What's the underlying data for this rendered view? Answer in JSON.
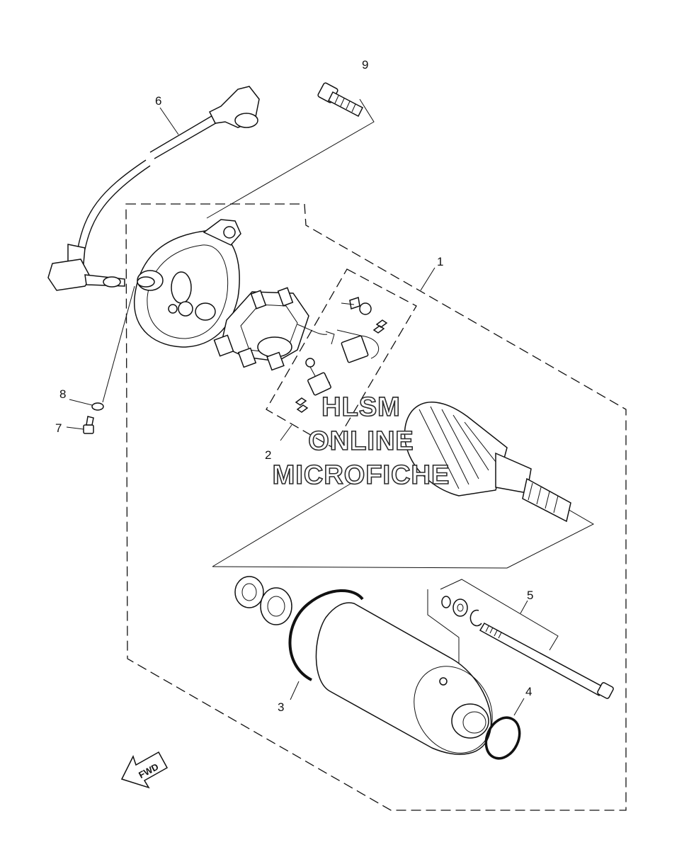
{
  "callouts": {
    "c1": "1",
    "c2": "2",
    "c3": "3",
    "c4": "4",
    "c5": "5",
    "c6": "6",
    "c7": "7",
    "c8": "8",
    "c9": "9"
  },
  "watermark": {
    "line1": "HLSM",
    "line2": "ONLINE",
    "line3": "MICROFICHE"
  },
  "fwd_label": "FWD"
}
